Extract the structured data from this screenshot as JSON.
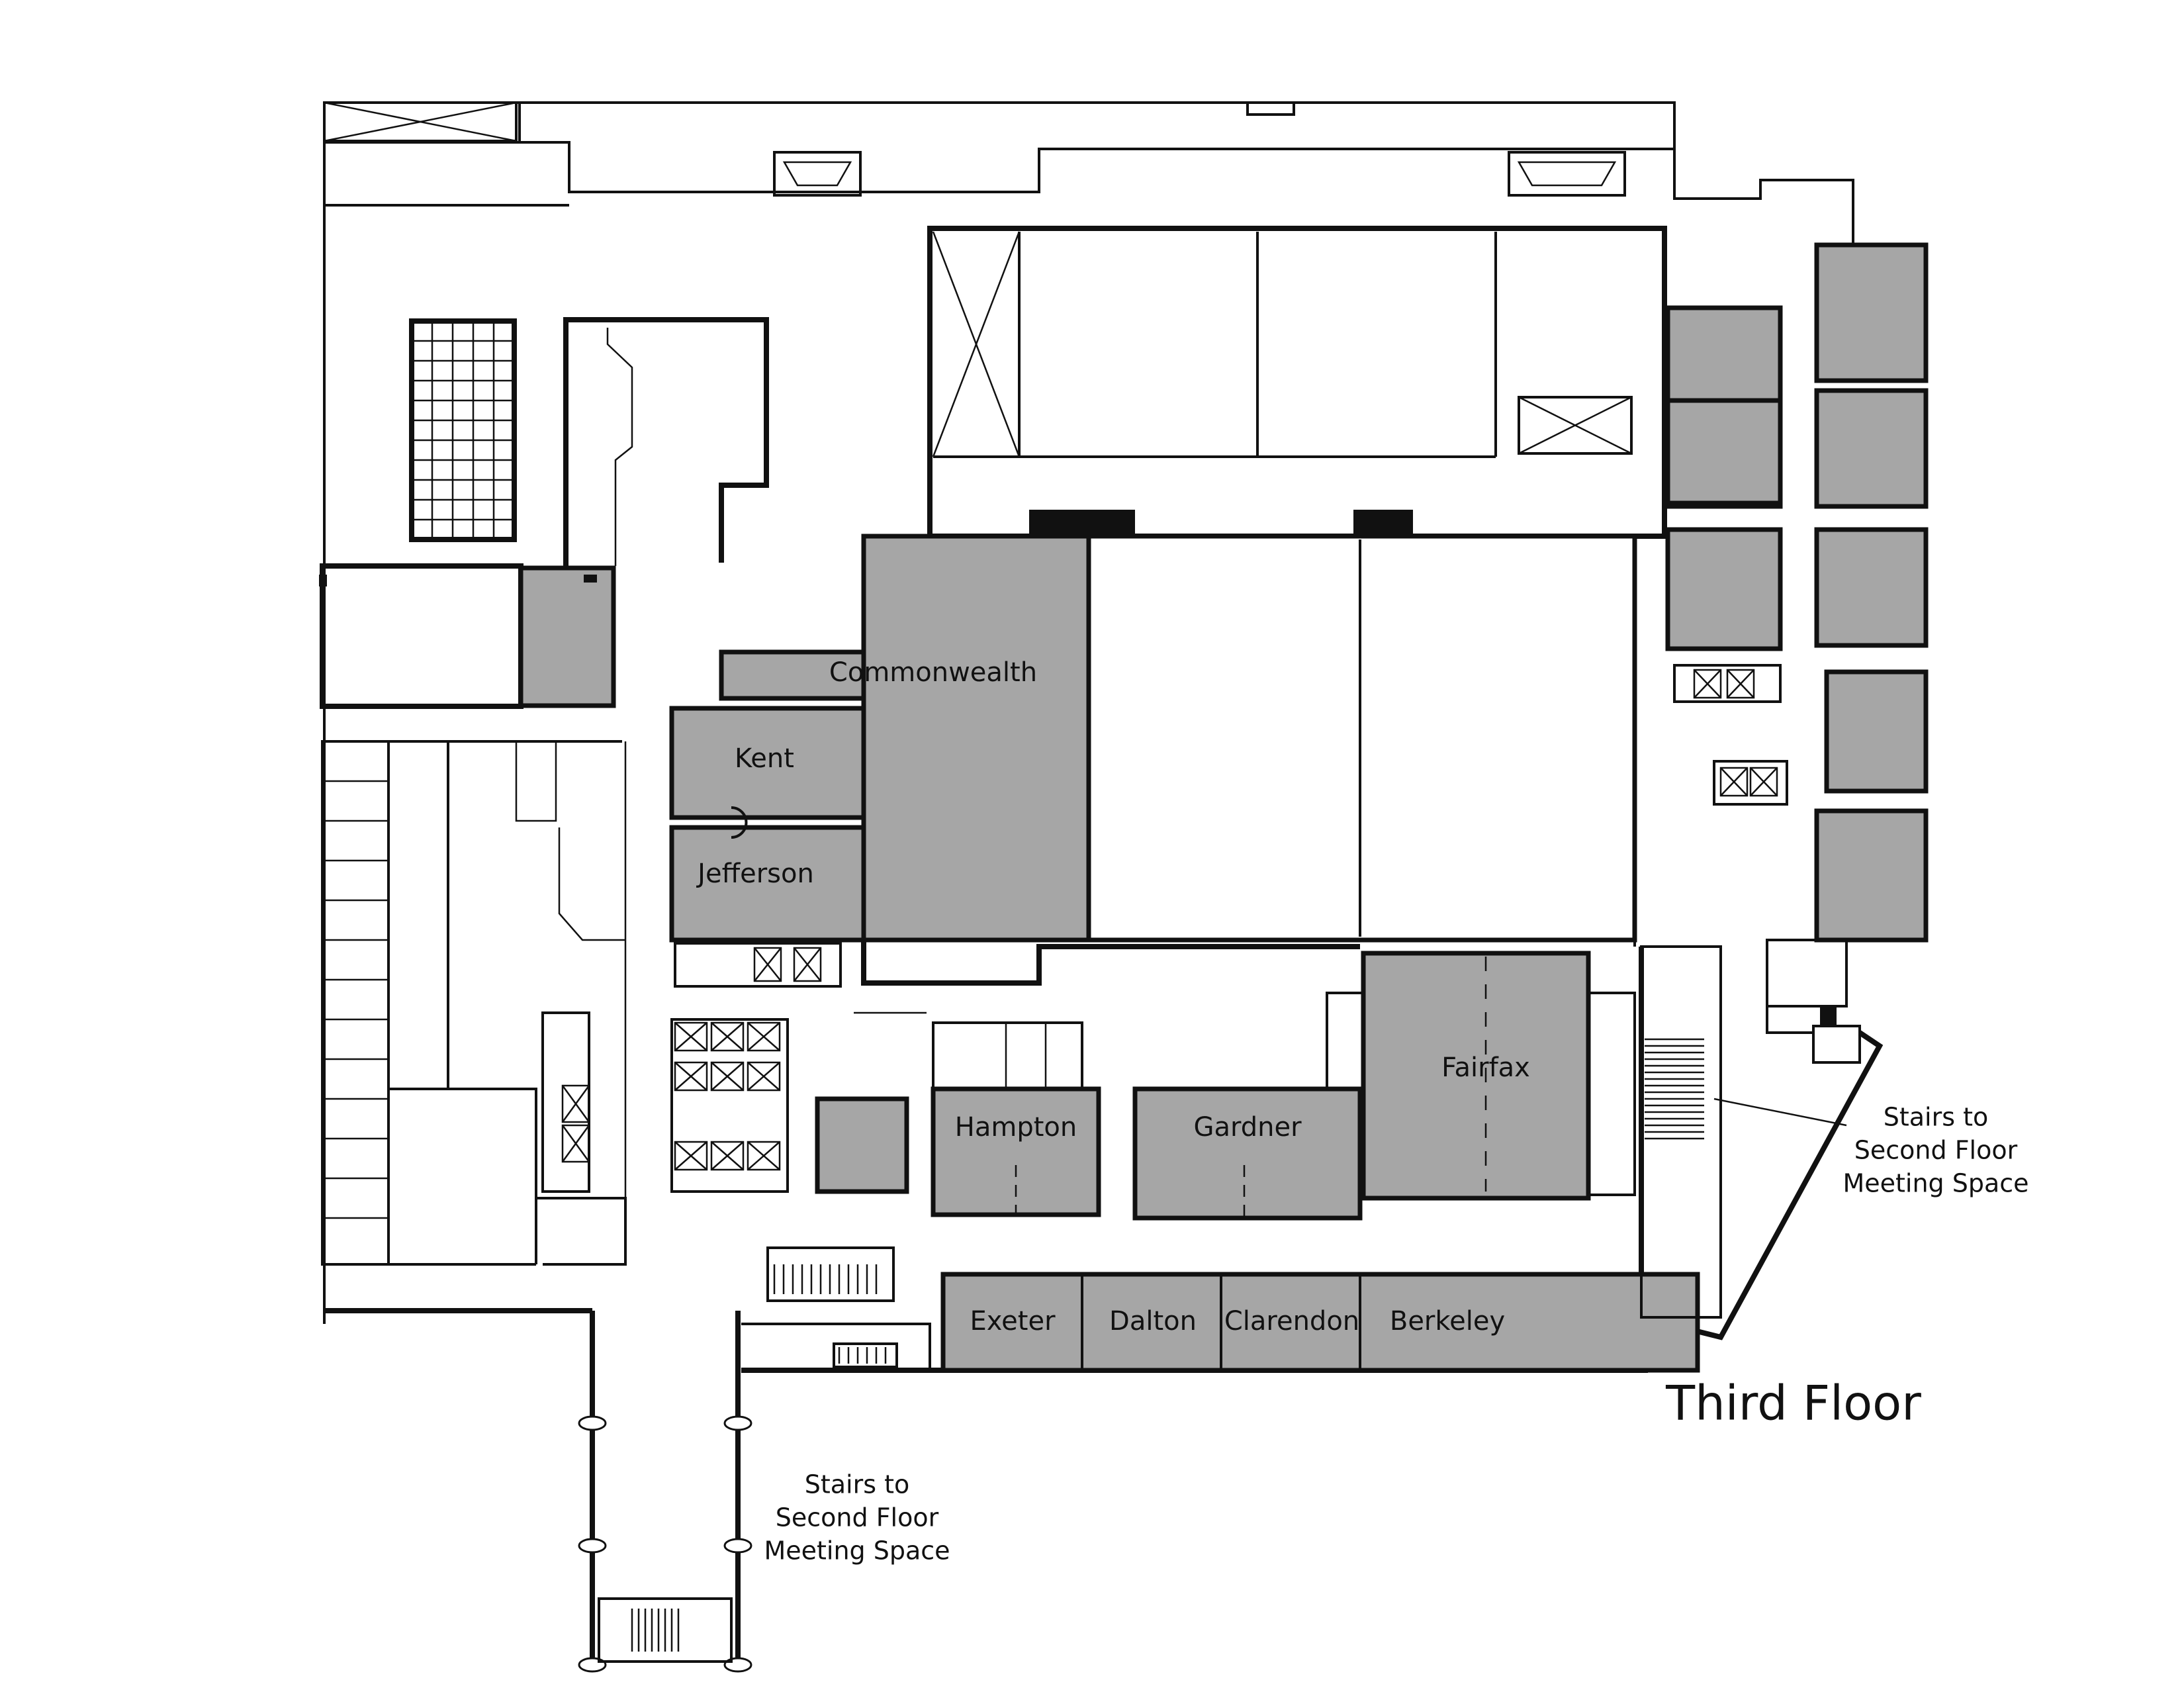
{
  "map": {
    "floor_label": "Third Floor",
    "room_fill": "#a6a6a6",
    "line_color": "#111111",
    "rooms": [
      {
        "id": "commonwealth",
        "label": "Commonwealth"
      },
      {
        "id": "kent",
        "label": "Kent"
      },
      {
        "id": "jefferson",
        "label": "Jefferson"
      },
      {
        "id": "hampton",
        "label": "Hampton"
      },
      {
        "id": "gardner",
        "label": "Gardner"
      },
      {
        "id": "fairfax",
        "label": "Fairfax"
      },
      {
        "id": "exeter",
        "label": "Exeter"
      },
      {
        "id": "dalton",
        "label": "Dalton"
      },
      {
        "id": "clarendon",
        "label": "Clarendon"
      },
      {
        "id": "berkeley",
        "label": "Berkeley"
      }
    ],
    "stairs_notes": [
      {
        "id": "east",
        "lines": [
          "Stairs to",
          "Second Floor",
          "Meeting Space"
        ]
      },
      {
        "id": "south",
        "lines": [
          "Stairs to",
          "Second Floor",
          "Meeting Space"
        ]
      }
    ]
  }
}
